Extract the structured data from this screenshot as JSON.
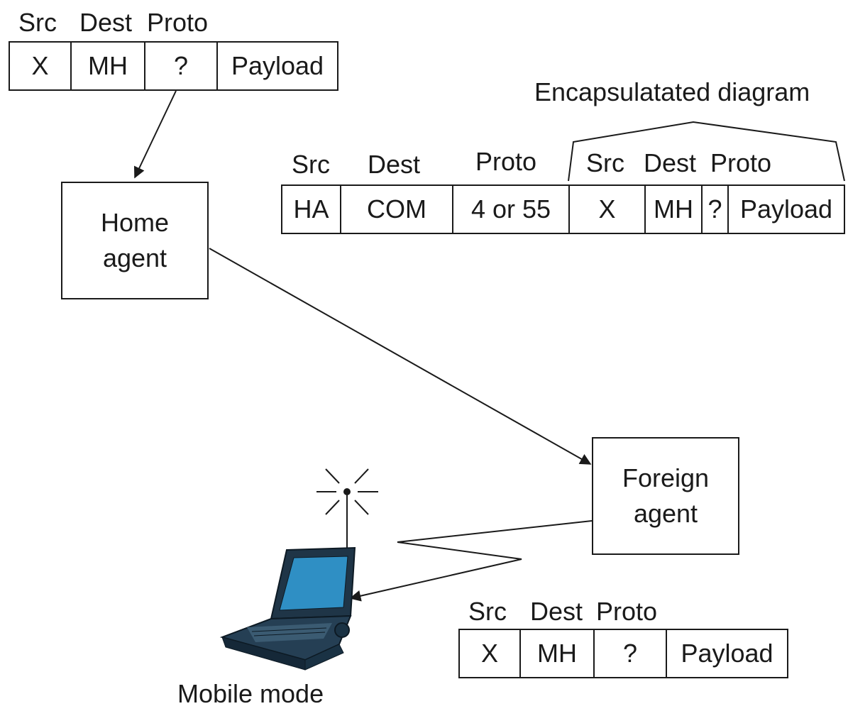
{
  "packet_top": {
    "headers": [
      "Src",
      "Dest",
      "Proto"
    ],
    "cells": [
      "X",
      "MH",
      "?",
      "Payload"
    ]
  },
  "encapsulated": {
    "title": "Encapsulatated diagram",
    "outer_headers": [
      "Src",
      "Dest",
      "Proto"
    ],
    "inner_headers": [
      "Src",
      "Dest",
      "Proto"
    ],
    "cells": [
      "HA",
      "COM",
      "4 or 55",
      "X",
      "MH",
      "?",
      "Payload"
    ]
  },
  "home_agent": {
    "line1": "Home",
    "line2": "agent"
  },
  "foreign_agent": {
    "line1": "Foreign",
    "line2": "agent"
  },
  "packet_bottom": {
    "headers": [
      "Src",
      "Dest",
      "Proto"
    ],
    "cells": [
      "X",
      "MH",
      "?",
      "Payload"
    ]
  },
  "mobile_label": "Mobile mode",
  "colors": {
    "ink": "#1a1a1a",
    "laptop_body": "#1f3547",
    "laptop_screen": "#2f8fc4"
  }
}
